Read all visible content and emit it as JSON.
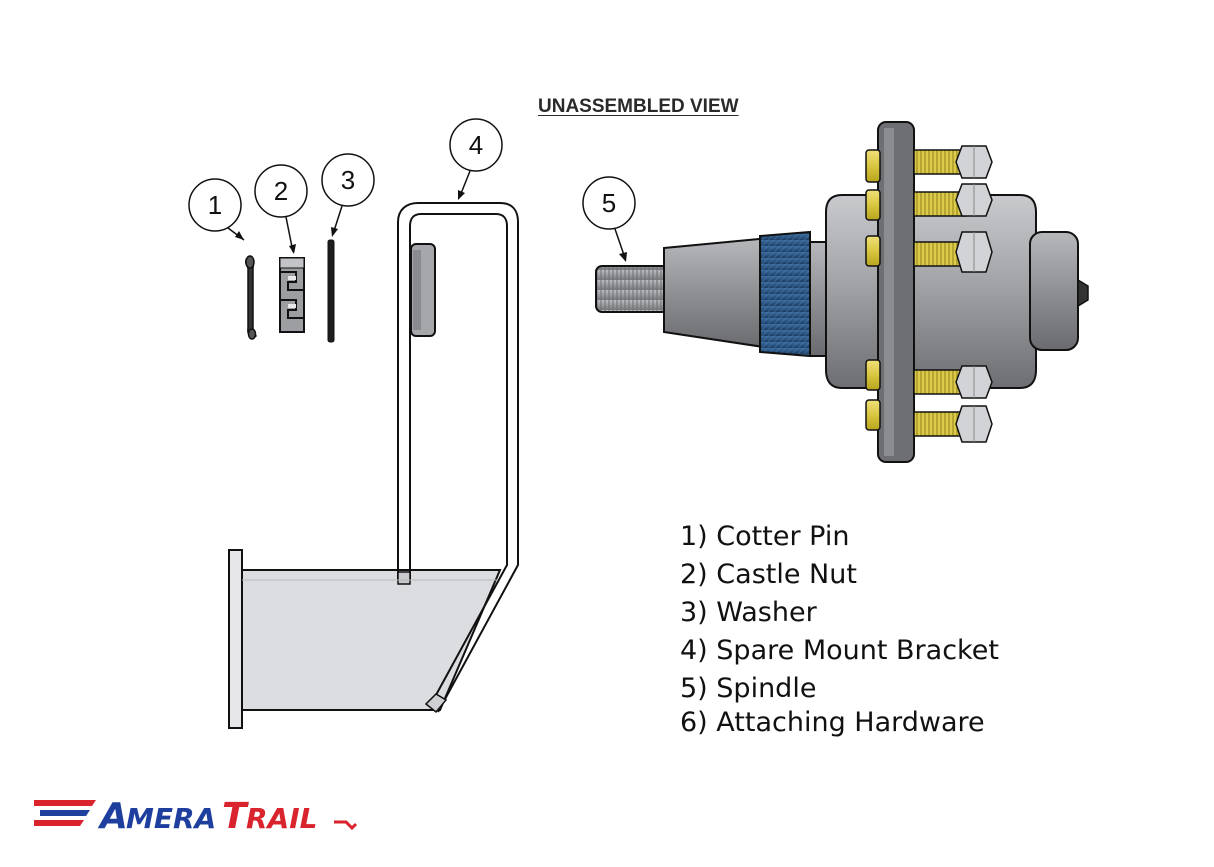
{
  "title": "UNASSEMBLED VIEW",
  "callouts": [
    "1",
    "2",
    "3",
    "4",
    "5"
  ],
  "legend": [
    "1) Cotter Pin",
    "2) Castle Nut",
    "3) Washer",
    "4) Spare Mount Bracket",
    "5) Spindle",
    "6) Attaching Hardware"
  ],
  "logo": {
    "text": "AMERATRAIL",
    "colors": {
      "primary": "#1f3f9e",
      "accent": "#d9232d"
    }
  },
  "colors": {
    "line": "#111111",
    "hub_gray": "#a8a9ad",
    "bolt_yellow": "#e6d23a",
    "bearing_blue": "#2f5c8c",
    "bracket_fill": "#dcdde0"
  }
}
